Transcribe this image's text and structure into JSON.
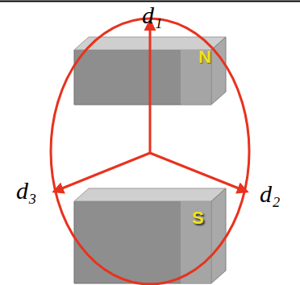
{
  "diagram": {
    "nodes": [
      {
        "text": [
          "N"
        ]
      },
      {
        "text": [
          "S"
        ]
      }
    ],
    "labels": [
      "d₁",
      "d₂",
      "d₃"
    ]
  }
}
